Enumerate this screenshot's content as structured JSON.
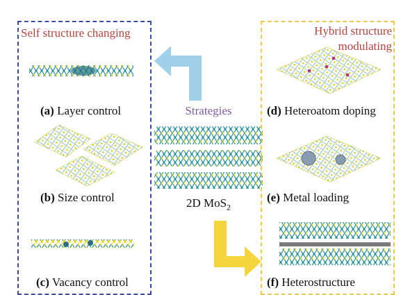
{
  "left_panel": {
    "title": "Self structure changing",
    "items": [
      {
        "letter": "(a)",
        "label": "Layer control"
      },
      {
        "letter": "(b)",
        "label": "Size control"
      },
      {
        "letter": "(c)",
        "label": "Vacancy control"
      }
    ]
  },
  "right_panel": {
    "title_line1": "Hybrid structure",
    "title_line2": "modulating",
    "items": [
      {
        "letter": "(d)",
        "label": "Heteroatom doping"
      },
      {
        "letter": "(e)",
        "label": "Metal loading"
      },
      {
        "letter": "(f)",
        "label": "Heterostructure"
      }
    ]
  },
  "center": {
    "strategies": "Strategies",
    "material": "2D MoS",
    "material_sub": "2"
  },
  "colors": {
    "left_border": "#3b4aa8",
    "right_border": "#e9c94a",
    "title_red": "#b4433f",
    "strategies_purple": "#7b5aa6",
    "arrow_blue": "#9fd2ea",
    "arrow_yellow": "#f6d43c",
    "sulfur": "#e3de2f",
    "molybdenum": "#2a8e9a"
  }
}
